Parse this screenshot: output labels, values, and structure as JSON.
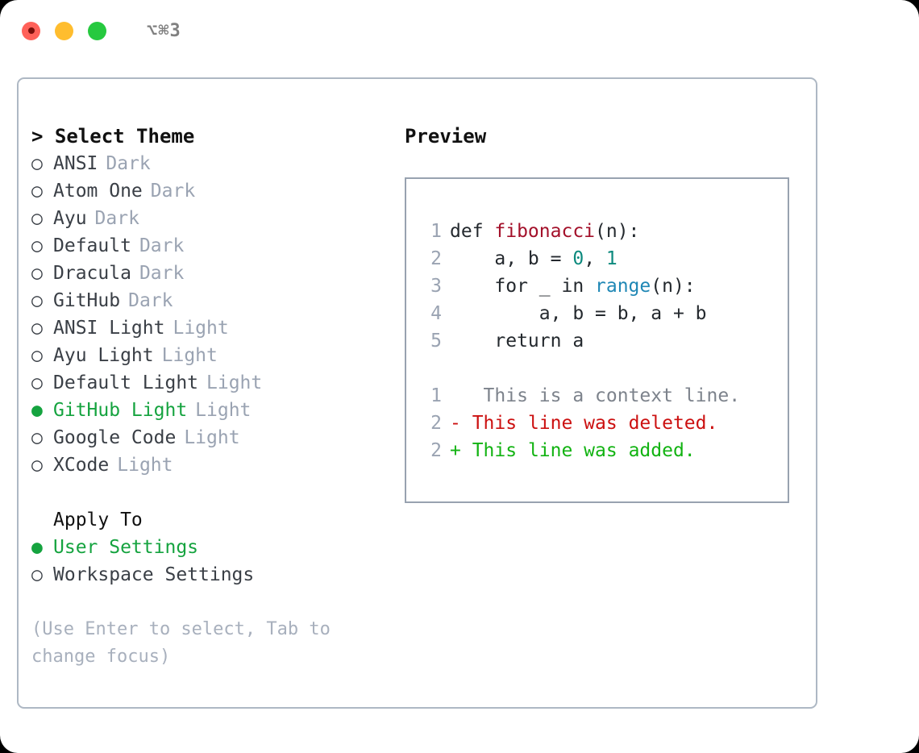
{
  "titlebar": {
    "title": "⌥⌘3",
    "lights": [
      "close-red",
      "minimize-yellow",
      "zoom-green"
    ]
  },
  "theme_picker": {
    "header_marker": ">",
    "header_label": "Select Theme",
    "unselected_marker": "○",
    "selected_marker": "●",
    "items": [
      {
        "marker": "○",
        "label": "ANSI",
        "tag": "Dark",
        "selected": false
      },
      {
        "marker": "○",
        "label": "Atom One",
        "tag": "Dark",
        "selected": false
      },
      {
        "marker": "○",
        "label": "Ayu",
        "tag": "Dark",
        "selected": false
      },
      {
        "marker": "○",
        "label": "Default",
        "tag": "Dark",
        "selected": false
      },
      {
        "marker": "○",
        "label": "Dracula",
        "tag": "Dark",
        "selected": false
      },
      {
        "marker": "○",
        "label": "GitHub",
        "tag": "Dark",
        "selected": false
      },
      {
        "marker": "○",
        "label": "ANSI Light",
        "tag": "Light",
        "selected": false
      },
      {
        "marker": "○",
        "label": "Ayu Light",
        "tag": "Light",
        "selected": false
      },
      {
        "marker": "○",
        "label": "Default Light",
        "tag": "Light",
        "selected": false
      },
      {
        "marker": "●",
        "label": "GitHub Light",
        "tag": "Light",
        "selected": true
      },
      {
        "marker": "○",
        "label": "Google Code",
        "tag": "Light",
        "selected": false
      },
      {
        "marker": "○",
        "label": "XCode",
        "tag": "Light",
        "selected": false
      }
    ]
  },
  "apply_to": {
    "title": "Apply To",
    "items": [
      {
        "marker": "●",
        "label": "User Settings",
        "selected": true
      },
      {
        "marker": "○",
        "label": "Workspace Settings",
        "selected": false
      }
    ]
  },
  "hint": "(Use Enter to select, Tab to change focus)",
  "preview": {
    "title": "Preview",
    "code_lines": [
      {
        "number": "1",
        "tokens": [
          {
            "text": "def ",
            "kind": "plain"
          },
          {
            "text": "fibonacci",
            "kind": "fn"
          },
          {
            "text": "(n):",
            "kind": "plain"
          }
        ]
      },
      {
        "number": "2",
        "tokens": [
          {
            "text": "    a, b = ",
            "kind": "plain"
          },
          {
            "text": "0",
            "kind": "num"
          },
          {
            "text": ", ",
            "kind": "plain"
          },
          {
            "text": "1",
            "kind": "num"
          }
        ]
      },
      {
        "number": "3",
        "tokens": [
          {
            "text": "    for _ in ",
            "kind": "plain"
          },
          {
            "text": "range",
            "kind": "blue"
          },
          {
            "text": "(n):",
            "kind": "plain"
          }
        ]
      },
      {
        "number": "4",
        "tokens": [
          {
            "text": "        a, b = b, a + b",
            "kind": "plain"
          }
        ]
      },
      {
        "number": "5",
        "tokens": [
          {
            "text": "    return a",
            "kind": "plain"
          }
        ]
      }
    ],
    "diff_lines": [
      {
        "number": "1",
        "sign": " ",
        "text": "  This is a context line.",
        "kind": "context"
      },
      {
        "number": "2",
        "sign": "-",
        "text": " This line was deleted.",
        "kind": "deleted"
      },
      {
        "number": "2",
        "sign": "+",
        "text": " This line was added.",
        "kind": "added"
      }
    ]
  },
  "colors": {
    "accent_green": "#15a33f",
    "tag_gray": "#9aa3b2",
    "hint_gray": "#a8b0bd",
    "border": "#aeb8c4",
    "preview_border": "#98a2b0",
    "code_fn_red": "#a3102a",
    "code_num_teal": "#0d8a7e",
    "code_blue": "#1f87b5",
    "diff_add_green": "#12b312",
    "diff_del_red": "#cc1111",
    "diff_ctx_gray": "#7d838c"
  }
}
